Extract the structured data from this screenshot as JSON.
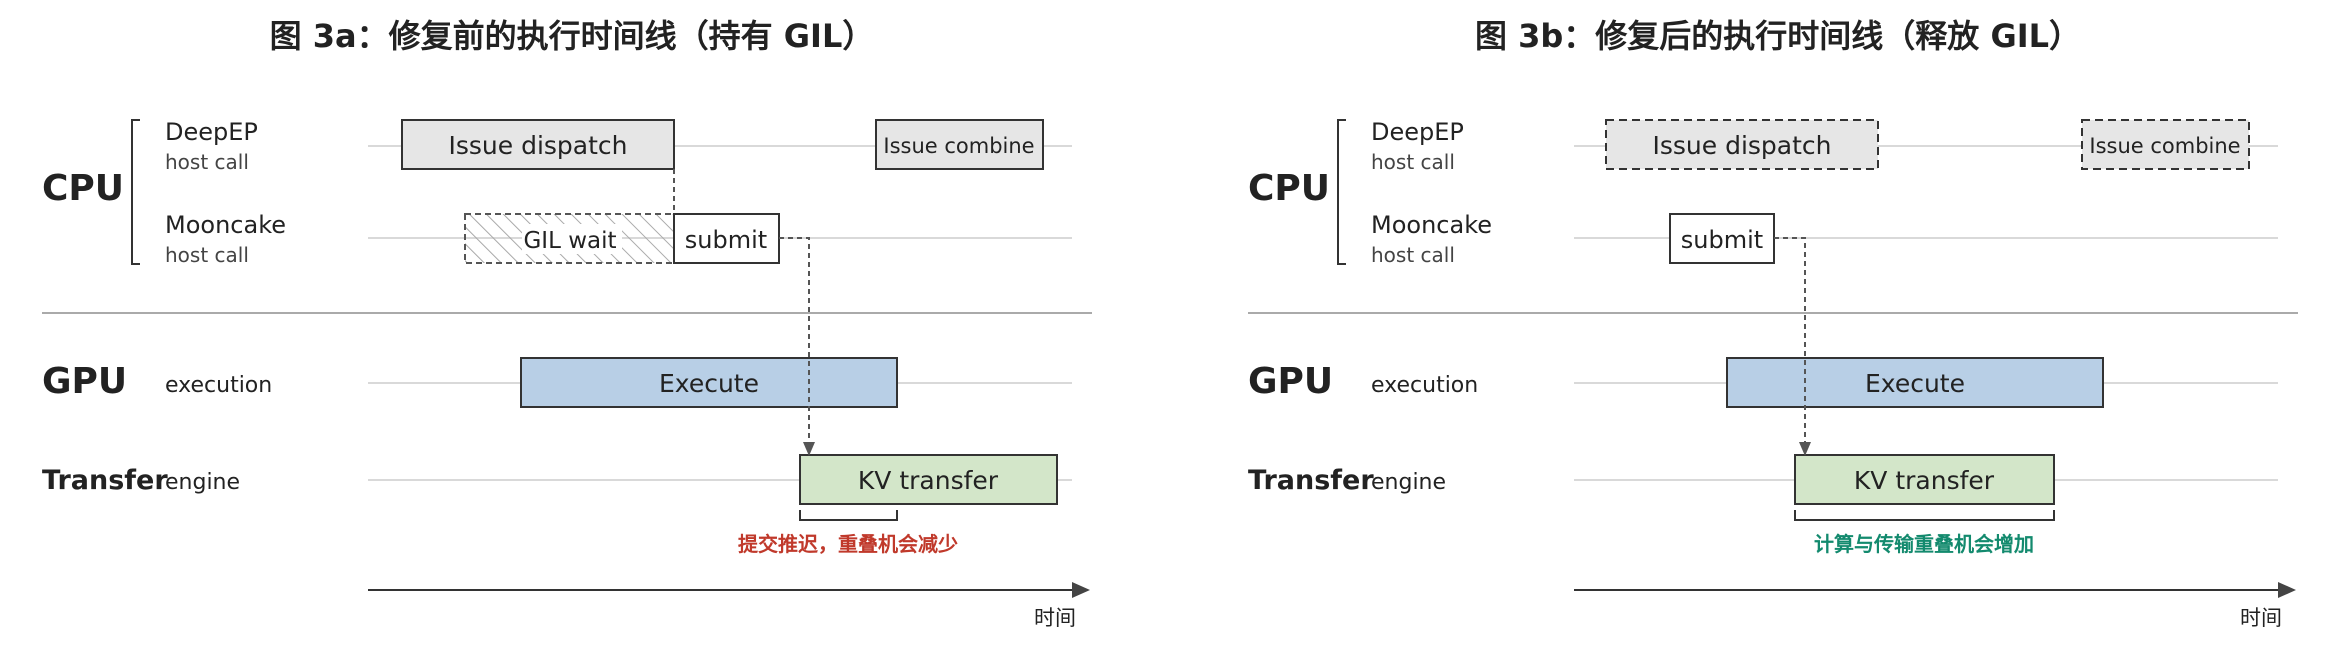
{
  "panels": [
    {
      "title": "图 3a：修复前的执行时间线（持有 GIL）",
      "cpu_label": "CPU",
      "gpu_label": "GPU",
      "transfer_label": "Transfer",
      "deepep_name": "DeepEP",
      "deepep_sub": "host call",
      "mooncake_name": "Mooncake",
      "mooncake_sub": "host call",
      "gpu_sub": "execution",
      "transfer_sub": "engine",
      "issue_dispatch": "Issue dispatch",
      "issue_combine": "Issue combine",
      "gil_wait": "GIL wait",
      "submit": "submit",
      "execute": "Execute",
      "kv_transfer": "KV transfer",
      "note": "提交推迟，重叠机会减少",
      "time_label": "时间",
      "note_color": "#c0392b"
    },
    {
      "title": "图 3b：修复后的执行时间线（释放 GIL）",
      "cpu_label": "CPU",
      "gpu_label": "GPU",
      "transfer_label": "Transfer",
      "deepep_name": "DeepEP",
      "deepep_sub": "host call",
      "mooncake_name": "Mooncake",
      "mooncake_sub": "host call",
      "gpu_sub": "execution",
      "transfer_sub": "engine",
      "issue_dispatch": "Issue dispatch",
      "issue_combine": "Issue combine",
      "submit": "submit",
      "execute": "Execute",
      "kv_transfer": "KV transfer",
      "note": "计算与传输重叠机会增加",
      "time_label": "时间",
      "note_color": "#138a6e"
    }
  ],
  "colors": {
    "issue_fill": "#e6e6e6",
    "execute_fill": "#b8cfe6",
    "transfer_fill": "#d3e6c9",
    "border": "#333333",
    "guide": "#d9d9d9"
  }
}
